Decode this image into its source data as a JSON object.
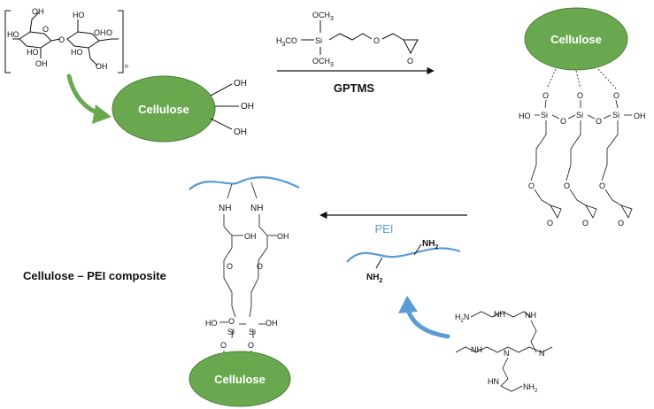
{
  "labels": {
    "cellulose": "Cellulose",
    "gptms": "GPTMS",
    "pei": "PEI",
    "composite": "Cellulose – PEI composite",
    "reagent_och3_top": "OCH",
    "reagent_h3co": "H",
    "reagent_h3co_tail": "CO",
    "reagent_si": "Si",
    "reagent_och3_bottom": "OCH",
    "subscript_3": "3",
    "o": "O",
    "oh": "OH",
    "ho": "HO",
    "si": "Si",
    "nh": "NH",
    "nh2": "NH",
    "subscript_2": "2",
    "h2n": "H",
    "hn": "HN",
    "n": "N",
    "monomer_n": "n"
  },
  "colors": {
    "cellulose_fill": "#6aa84f",
    "cellulose_stroke": "#4e7d3a",
    "green_arrow": "#6aa84f",
    "pei_blue": "#5b9bd5",
    "line": "#111111"
  },
  "icons": [
    "green-curved-arrow-icon",
    "blue-curved-arrow-icon",
    "reaction-arrow-icon"
  ]
}
